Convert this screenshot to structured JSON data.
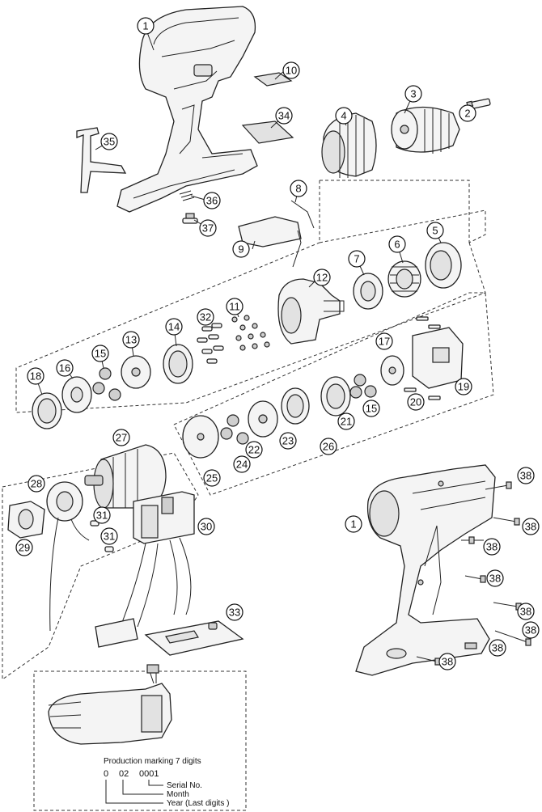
{
  "diagram": {
    "parts": [
      {
        "id": "p1a",
        "number": "1"
      },
      {
        "id": "p1b",
        "number": "1"
      },
      {
        "id": "p2",
        "number": "2"
      },
      {
        "id": "p3",
        "number": "3"
      },
      {
        "id": "p4",
        "number": "4"
      },
      {
        "id": "p5",
        "number": "5"
      },
      {
        "id": "p6",
        "number": "6"
      },
      {
        "id": "p7",
        "number": "7"
      },
      {
        "id": "p8",
        "number": "8"
      },
      {
        "id": "p9",
        "number": "9"
      },
      {
        "id": "p10",
        "number": "10"
      },
      {
        "id": "p11",
        "number": "11"
      },
      {
        "id": "p12",
        "number": "12"
      },
      {
        "id": "p13",
        "number": "13"
      },
      {
        "id": "p14",
        "number": "14"
      },
      {
        "id": "p15a",
        "number": "15"
      },
      {
        "id": "p15b",
        "number": "15"
      },
      {
        "id": "p16",
        "number": "16"
      },
      {
        "id": "p17",
        "number": "17"
      },
      {
        "id": "p18",
        "number": "18"
      },
      {
        "id": "p19",
        "number": "19"
      },
      {
        "id": "p20",
        "number": "20"
      },
      {
        "id": "p21",
        "number": "21"
      },
      {
        "id": "p22",
        "number": "22"
      },
      {
        "id": "p23",
        "number": "23"
      },
      {
        "id": "p24",
        "number": "24"
      },
      {
        "id": "p25",
        "number": "25"
      },
      {
        "id": "p26",
        "number": "26"
      },
      {
        "id": "p27",
        "number": "27"
      },
      {
        "id": "p28",
        "number": "28"
      },
      {
        "id": "p29",
        "number": "29"
      },
      {
        "id": "p30",
        "number": "30"
      },
      {
        "id": "p31a",
        "number": "31"
      },
      {
        "id": "p31b",
        "number": "31"
      },
      {
        "id": "p32",
        "number": "32"
      },
      {
        "id": "p33",
        "number": "33"
      },
      {
        "id": "p34",
        "number": "34"
      },
      {
        "id": "p35",
        "number": "35"
      },
      {
        "id": "p36",
        "number": "36"
      },
      {
        "id": "p37",
        "number": "37"
      },
      {
        "id": "p38a",
        "number": "38"
      },
      {
        "id": "p38b",
        "number": "38"
      },
      {
        "id": "p38c",
        "number": "38"
      },
      {
        "id": "p38d",
        "number": "38"
      },
      {
        "id": "p38e",
        "number": "38"
      },
      {
        "id": "p38f",
        "number": "38"
      },
      {
        "id": "p38g",
        "number": "38"
      },
      {
        "id": "p38h",
        "number": "38"
      }
    ]
  },
  "production_marking": {
    "title": "Production marking 7 digits",
    "digit_year": "0",
    "digit_month": "02",
    "digit_serial": "0001",
    "label_serial": "Serial No.",
    "label_month": "Month",
    "label_year": "Year (Last digits )"
  }
}
